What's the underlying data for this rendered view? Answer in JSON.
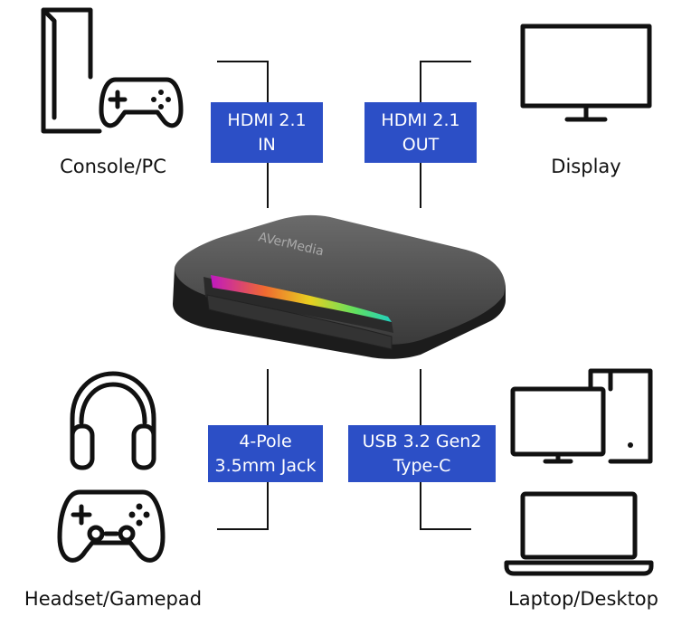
{
  "device": {
    "brand_logo": "AVerMedia"
  },
  "ports": [
    {
      "label_line1": "HDMI 2.1",
      "label_line2": "IN",
      "device": "Console/PC"
    },
    {
      "label_line1": "HDMI 2.1",
      "label_line2": "OUT",
      "device": "Display"
    },
    {
      "label_line1": "4-Pole",
      "label_line2": "3.5mm Jack",
      "device": "Headset/Gamepad"
    },
    {
      "label_line1": "USB 3.2 Gen2",
      "label_line2": "Type-C",
      "device": "Laptop/Desktop"
    }
  ],
  "colors": {
    "label_bg": "#2c4fc6",
    "line": "#111111"
  }
}
